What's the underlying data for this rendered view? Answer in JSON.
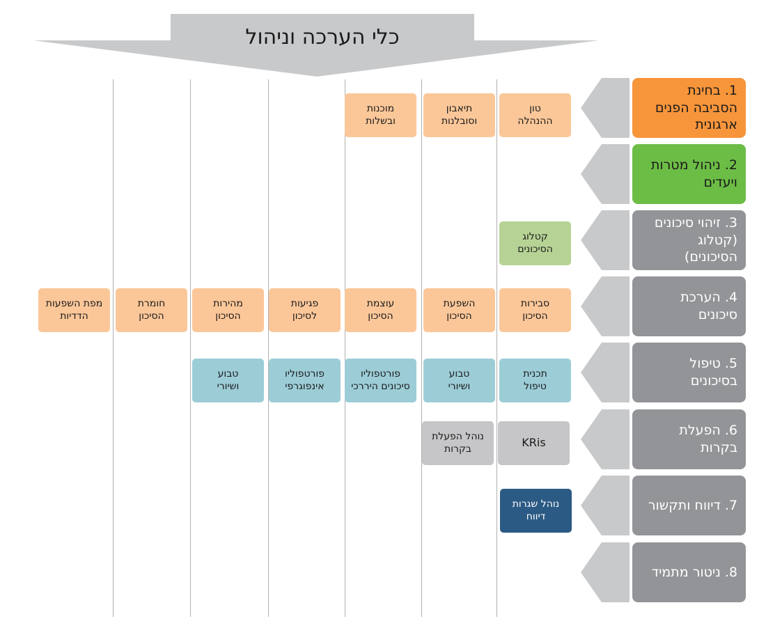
{
  "title": "כלי הערכה וניהול",
  "colors": {
    "arrow_grey": "#c8c9cb",
    "step1": "#f7953b",
    "step2": "#6cbd45",
    "step_grey": "#929497",
    "box_orange": "#fbc799",
    "box_green": "#b6d395",
    "box_blue": "#9ccdd7",
    "box_grey": "#c6c6c8",
    "box_navy": "#2b5a84"
  },
  "steps": [
    {
      "title": "1. בחינת הסביבה הפנים ארגונית"
    },
    {
      "title": "2. ניהול מטרות ויעדים"
    },
    {
      "title": "3. זיהוי סיכונים (קטלוג הסיכונים)"
    },
    {
      "title": "4. הערכת סיכונים"
    },
    {
      "title": "5. טיפול בסיכונים"
    },
    {
      "title": "6. הפעלת בקרות"
    },
    {
      "title": "7. דיווח ותקשור"
    },
    {
      "title": "8. ניטור מתמיד"
    }
  ],
  "tools": {
    "row1": [
      {
        "line1": "טון",
        "line2": "ההנהלה"
      },
      {
        "line1": "תיאבון",
        "line2": "וסובלנות"
      },
      {
        "line1": "מוכנות",
        "line2": "ובשלות"
      }
    ],
    "row3": [
      {
        "line1": "קטלוג",
        "line2": "הסיכונים"
      }
    ],
    "row4": [
      {
        "line1": "סבירות",
        "line2": "הסיכון"
      },
      {
        "line1": "השפעת",
        "line2": "הסיכון"
      },
      {
        "line1": "עוצמת",
        "line2": "הסיכון"
      },
      {
        "line1": "פגיעות",
        "line2": "לסיכון"
      },
      {
        "line1": "מהירות",
        "line2": "הסיכון"
      },
      {
        "line1": "חומרת",
        "line2": "הסיכון"
      },
      {
        "line1": "מפת השפעות",
        "line2": "הדדיות"
      }
    ],
    "row5": [
      {
        "line1": "תכנית",
        "line2": "טיפול"
      },
      {
        "line1": "טבוע",
        "line2": "ושיורי"
      },
      {
        "line1": "פורטפוליו",
        "line2": "סיכונים היררכי"
      },
      {
        "line1": "פורטפוליו",
        "line2": "אינפוגרפי"
      },
      {
        "line1": "טבוע",
        "line2": "ושיורי"
      }
    ],
    "row6": [
      {
        "label": "KRis"
      },
      {
        "line1": "נוהל הפעלת",
        "line2": "בקרות"
      }
    ],
    "row7": [
      {
        "line1": "נוהל שגרות",
        "line2": "דיווח"
      }
    ]
  }
}
